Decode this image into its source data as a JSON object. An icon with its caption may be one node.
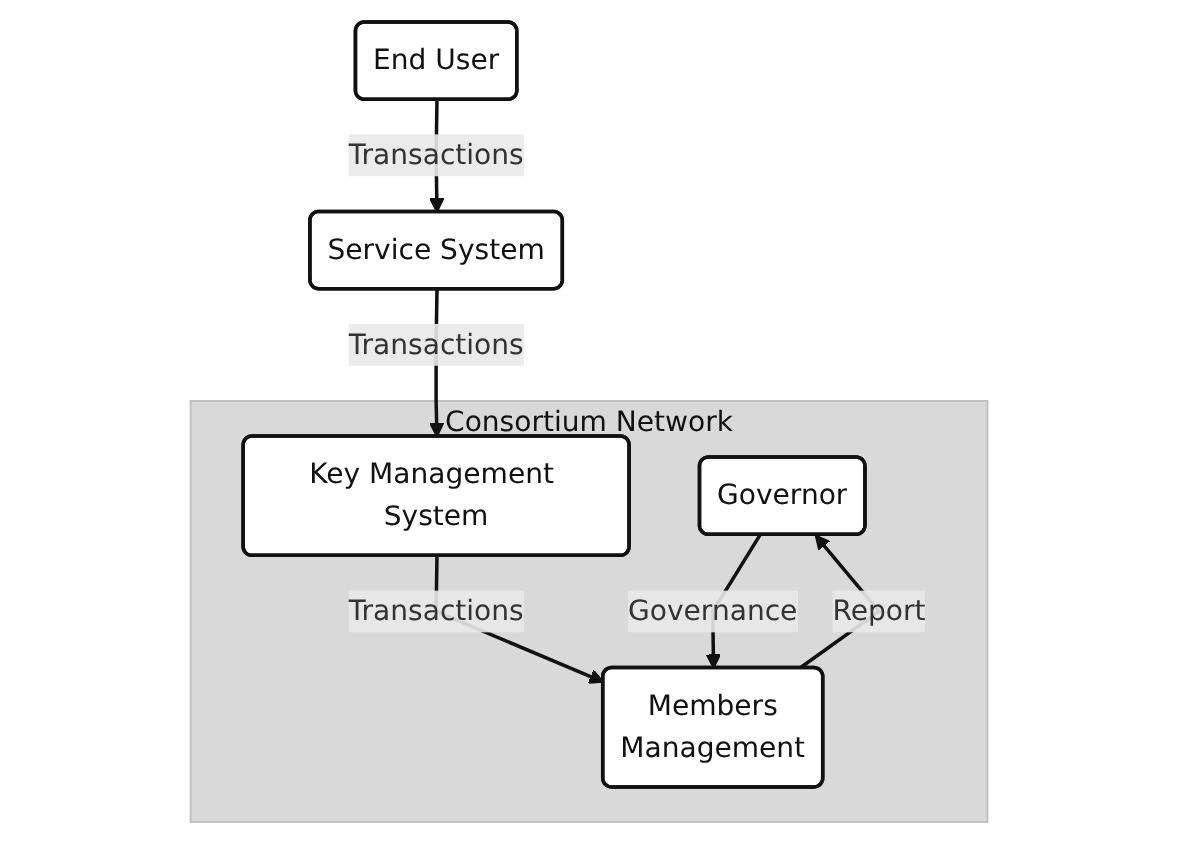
{
  "diagram": {
    "nodes": [
      {
        "text": [
          "Consortium Network"
        ]
      },
      {
        "text": [
          "Governor"
        ],
        "in": 0
      },
      {
        "text": [
          "Key Management System"
        ],
        "in": 0
      },
      {
        "text": [
          "Members",
          "Management"
        ],
        "in": 0
      },
      {
        "text": [
          "Service System"
        ]
      },
      {
        "text": [
          "End User"
        ]
      }
    ],
    "edges": [
      {
        "from": 4,
        "to": 2,
        "arrow": "to",
        "label": "Transactions"
      },
      {
        "from": 2,
        "to": 3,
        "arrow": "to",
        "label": "Transactions"
      },
      {
        "from": 5,
        "to": 4,
        "arrow": "to",
        "label": "Transactions"
      },
      {
        "from": 1,
        "to": 3,
        "arrow": "to",
        "label": "Governance"
      },
      {
        "from": 3,
        "to": 1,
        "arrow": "to",
        "label": "Report"
      }
    ]
  }
}
